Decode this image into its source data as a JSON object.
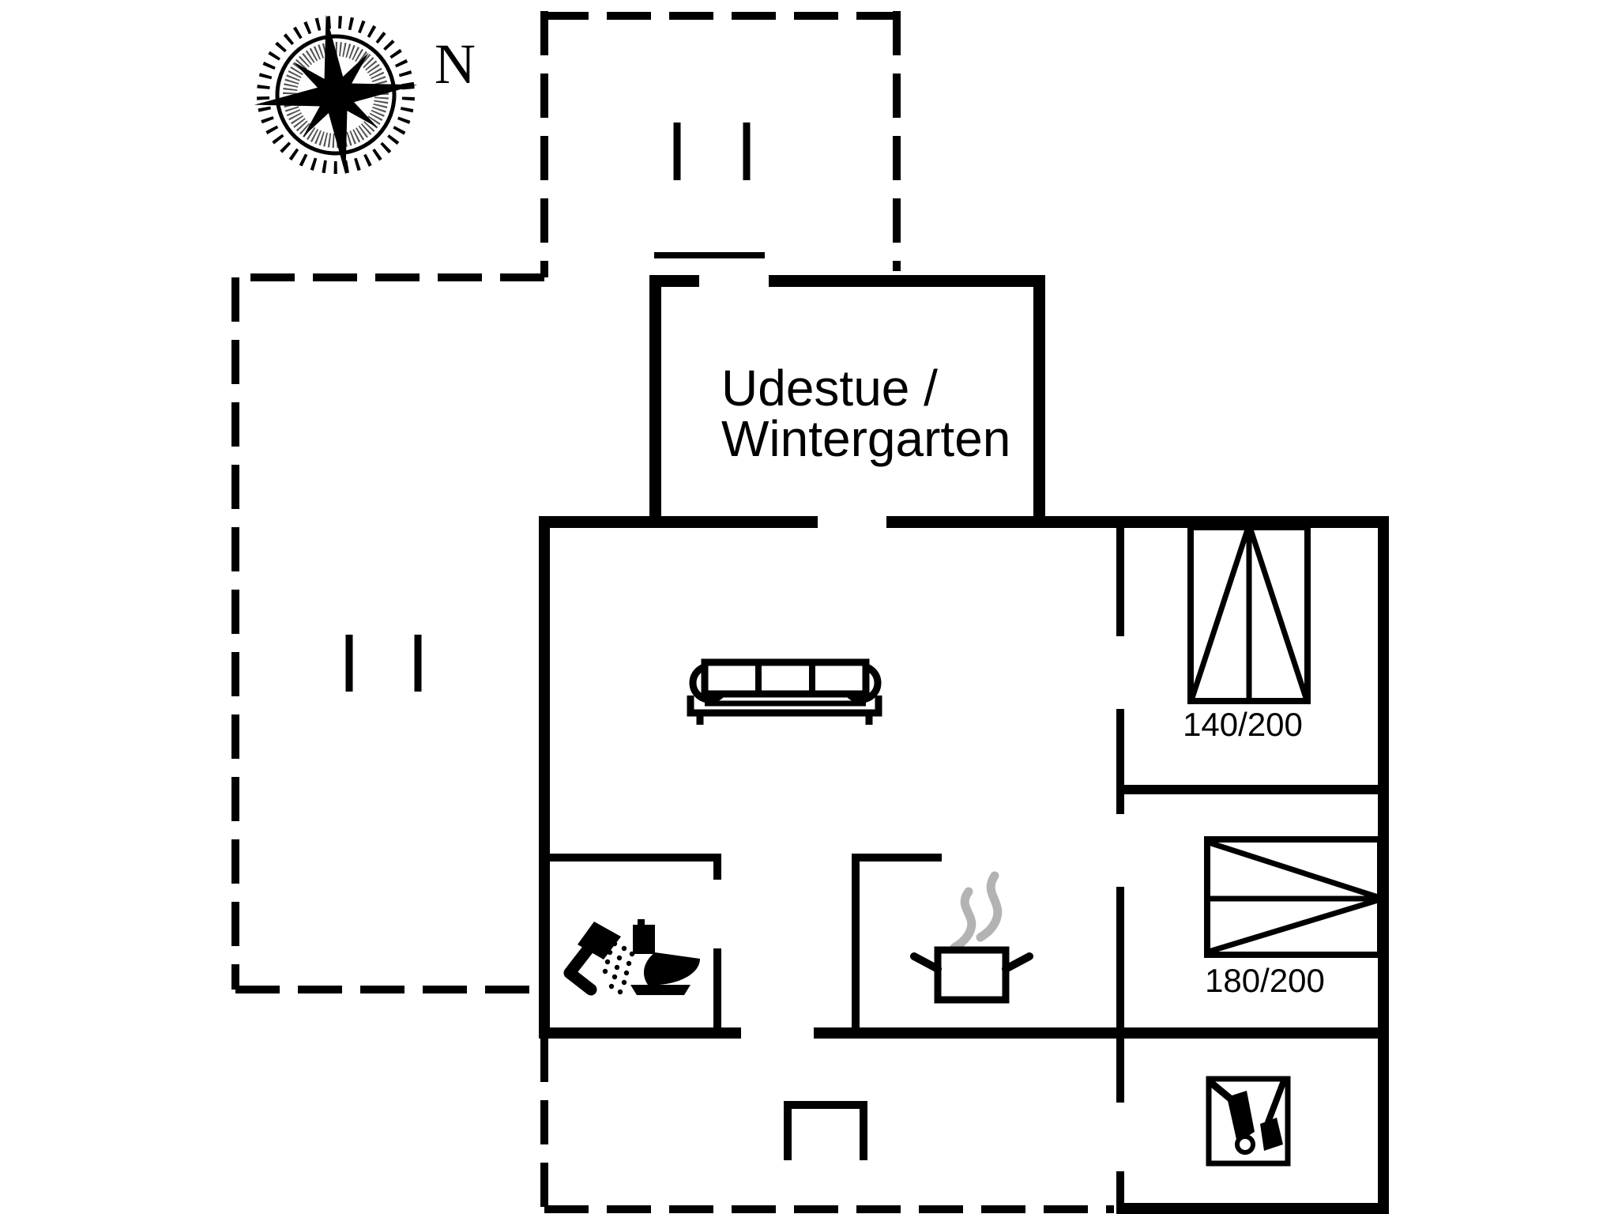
{
  "floorplan": {
    "type": "holiday-house-floor-plan",
    "compass": {
      "north_label": "N"
    },
    "rooms": {
      "wintergarten": {
        "name_line1": "Udestue /",
        "name_line2": "Wintergarten"
      }
    },
    "beds": {
      "double_140": {
        "label": "140/200"
      },
      "double_180": {
        "label": "180/200"
      }
    },
    "colors": {
      "walls": "#000000",
      "background": "#ffffff",
      "steam": "#b3b3b3"
    },
    "icons": [
      "compass-rose-icon",
      "sofa-icon",
      "shower-icon",
      "toilet-icon",
      "cooking-pot-icon",
      "steam-icon",
      "garden-tools-icon",
      "entrance-step-icon"
    ]
  }
}
